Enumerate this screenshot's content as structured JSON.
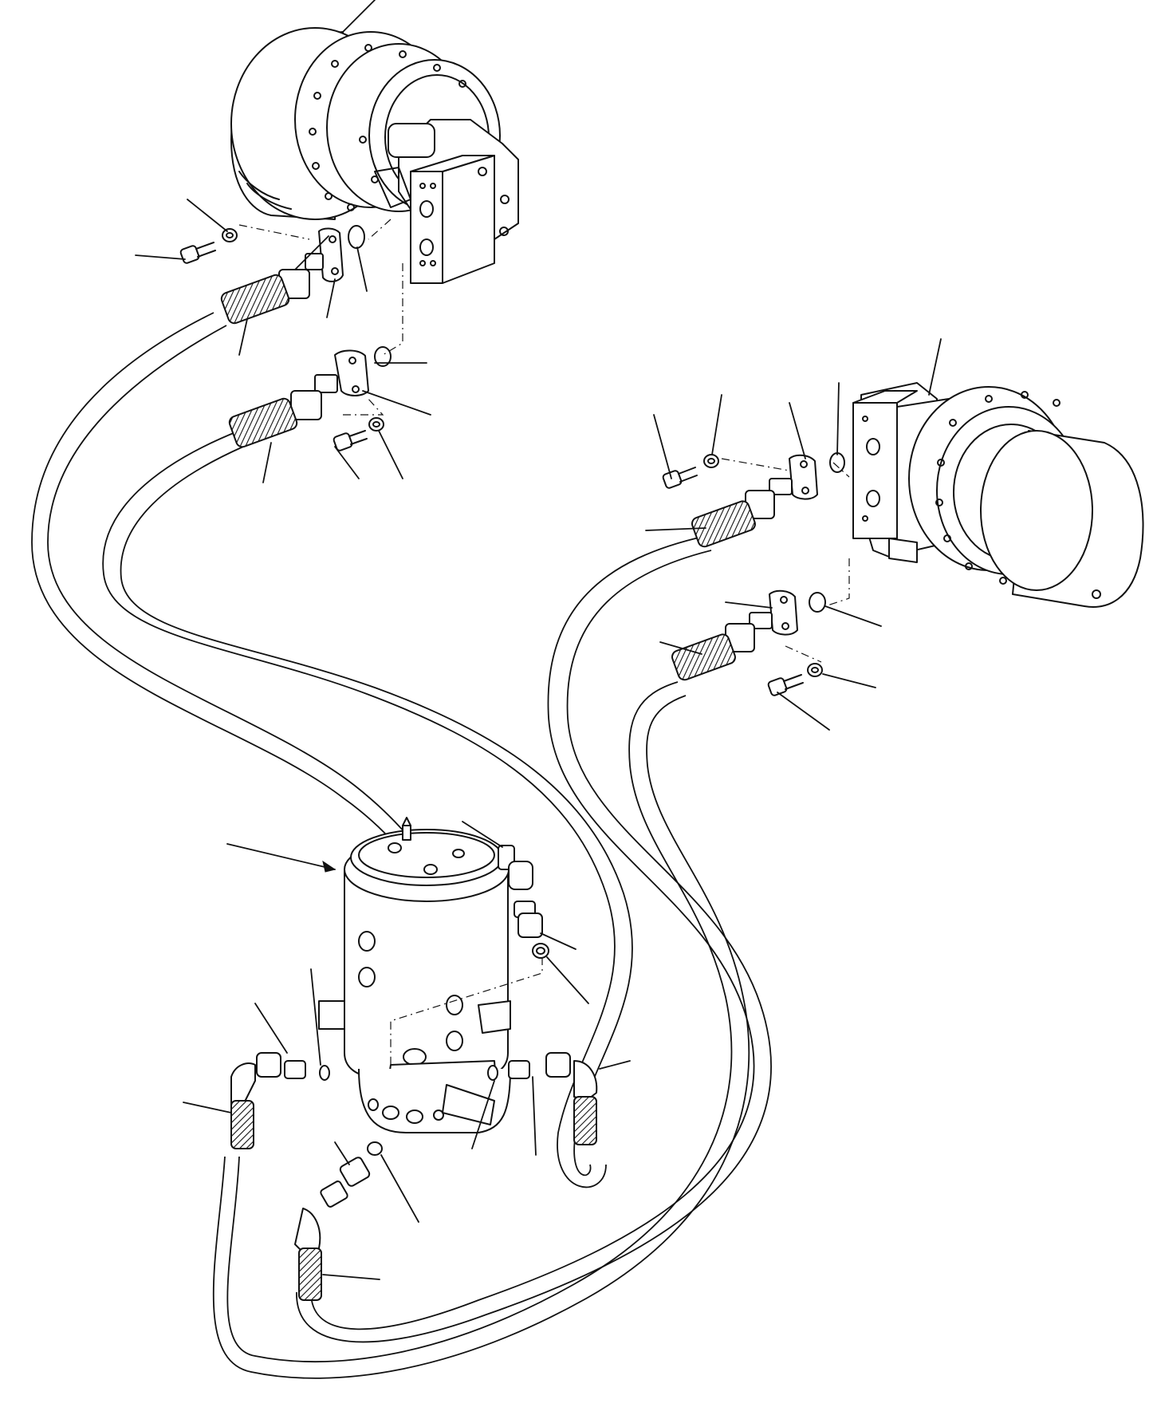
{
  "drawing": {
    "background": "#ffffff",
    "line_color": "#111111"
  },
  "components": [
    {
      "id": "travel-motor-upper-left",
      "kind": "travel-motor"
    },
    {
      "id": "travel-motor-right",
      "kind": "travel-motor"
    },
    {
      "id": "swivel-joint",
      "kind": "center-swivel-joint"
    },
    {
      "id": "hose-left-upper",
      "kind": "hydraulic-hose"
    },
    {
      "id": "hose-left-lower",
      "kind": "hydraulic-hose"
    },
    {
      "id": "hose-right-upper",
      "kind": "hydraulic-hose"
    },
    {
      "id": "hose-right-lower",
      "kind": "hydraulic-hose"
    }
  ],
  "callouts": []
}
